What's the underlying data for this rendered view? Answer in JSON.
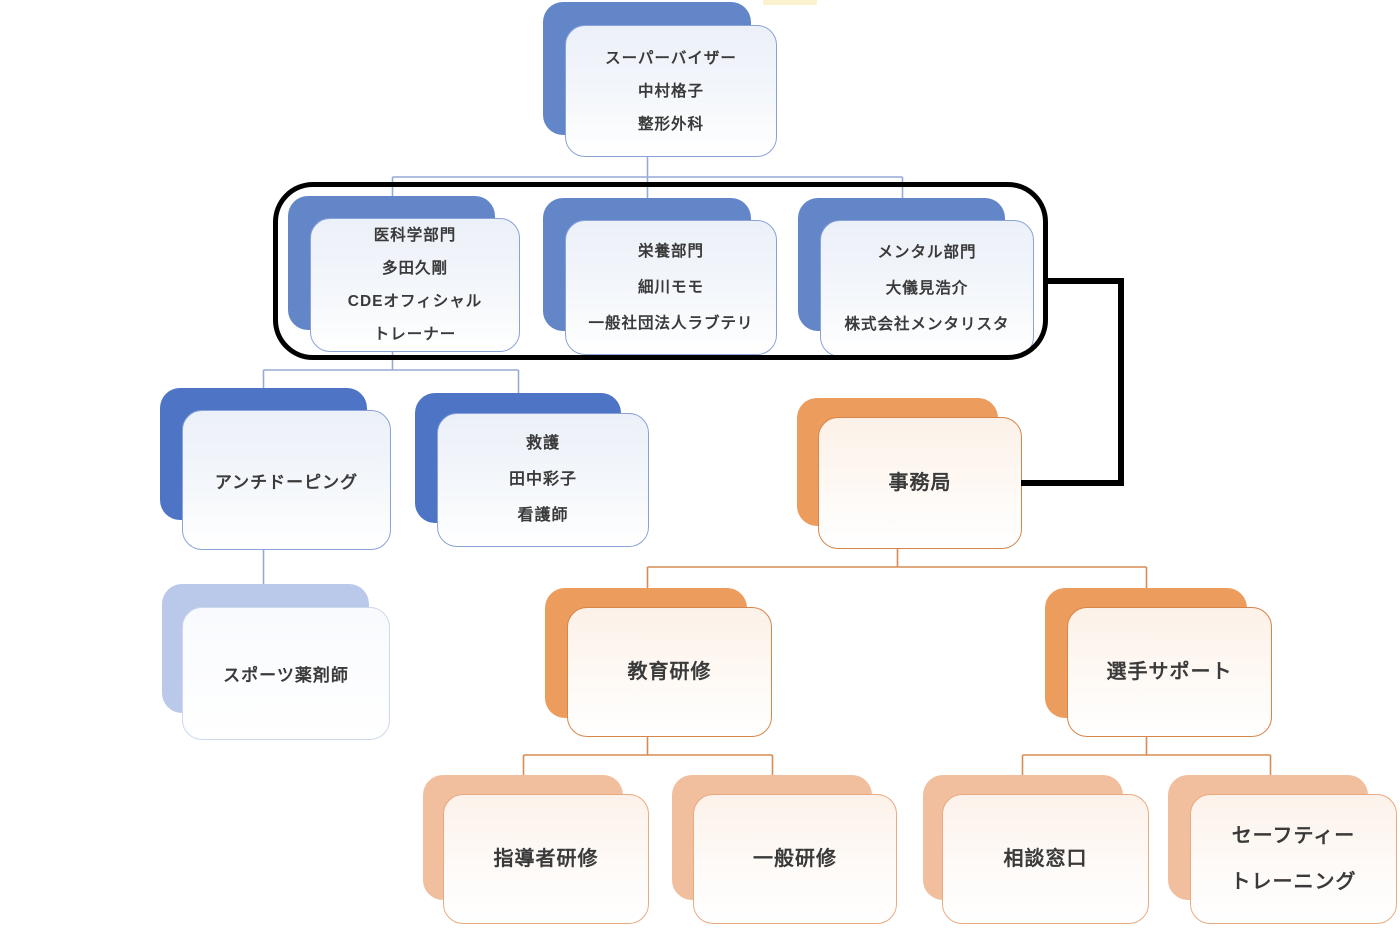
{
  "chart_title": "",
  "nodes": {
    "supervisor": {
      "role": "supervisor",
      "lines": [
        "スーパーバイザー",
        "中村格子",
        "整形外科"
      ]
    },
    "medical": {
      "role": "department",
      "lines": [
        "医科学部門",
        "多田久剛",
        "CDEオフィシャル",
        "トレーナー"
      ]
    },
    "nutrition": {
      "role": "department",
      "lines": [
        "栄養部門",
        "細川モモ",
        "一般社団法人ラブテリ"
      ]
    },
    "mental": {
      "role": "department",
      "lines": [
        "メンタル部門",
        "大儀見浩介",
        "株式会社メンタリスタ"
      ]
    },
    "antidoping": {
      "role": "unit",
      "lines": [
        "アンチドーピング"
      ]
    },
    "rescue": {
      "role": "unit",
      "lines": [
        "救護",
        "田中彩子",
        "看護師"
      ]
    },
    "secretariat": {
      "role": "office",
      "lines": [
        "事務局"
      ]
    },
    "pharmacist": {
      "role": "sub-unit",
      "lines": [
        "スポーツ薬剤師"
      ]
    },
    "education": {
      "role": "office-unit",
      "lines": [
        "教育研修"
      ]
    },
    "athlete_support": {
      "role": "office-unit",
      "lines": [
        "選手サポート"
      ]
    },
    "instructor_training": {
      "role": "program",
      "lines": [
        "指導者研修"
      ]
    },
    "general_training": {
      "role": "program",
      "lines": [
        "一般研修"
      ]
    },
    "consultation": {
      "role": "program",
      "lines": [
        "相談窓口"
      ]
    },
    "safety_training": {
      "role": "program",
      "lines": [
        "セーフティー",
        "トレーニング"
      ]
    }
  },
  "colors": {
    "blue_shadow": "#6286c8",
    "blue_shadow_dark": "#4e74c5",
    "blue_shadow_pale": "#bac9e9",
    "blue_border": "#8aa2d6",
    "blue_connector": "#95aad7",
    "orange_shadow": "#ec9c5d",
    "orange_shadow_pale": "#f1bf9d",
    "orange_border": "#d8854a",
    "orange_connector": "#d88c55",
    "group_outline": "#000000",
    "text": "#3a3a3a"
  }
}
